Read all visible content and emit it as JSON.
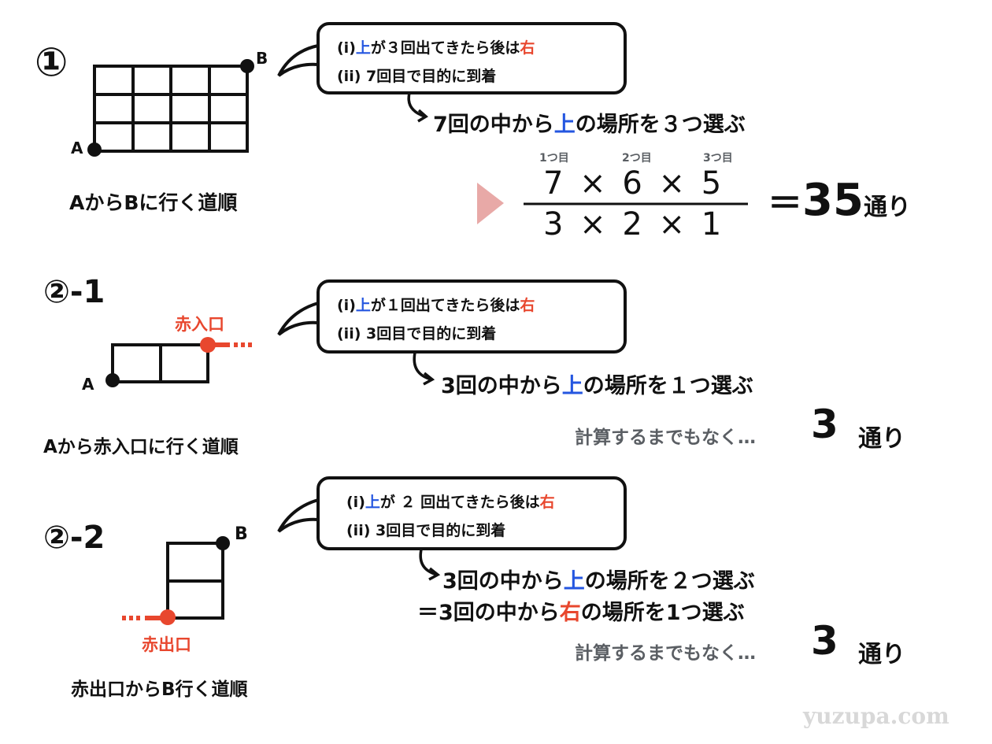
{
  "colors": {
    "blue": "#2456e0",
    "red": "#e8472e",
    "pointer": "#e8a9a7",
    "gray": "#5a5e63"
  },
  "s1": {
    "marker": "①",
    "label_a": "A",
    "label_b": "B",
    "caption": "AからBに行く道順",
    "bubble": {
      "l1_a": "(i)",
      "l1_up": "上",
      "l1_b": "が３回出てきたら後は",
      "l1_right": "右",
      "l2": "(ii) 7回目で目的に到着"
    },
    "result_a": "7回の中から",
    "result_up": "上",
    "result_b": "の場所を３つ選ぶ",
    "ordinals": [
      "1つ目",
      "2つ目",
      "3つ目"
    ],
    "numerator": "7 × 6 × 5",
    "denominator": "3 × 2 × 1",
    "equals": "＝",
    "answer": "35",
    "unit": "通り"
  },
  "s21": {
    "marker": "②-1",
    "label_a": "A",
    "entrance": "赤入口",
    "caption": "Aから赤入口に行く道順",
    "bubble": {
      "l1_a": "(i)",
      "l1_up": "上",
      "l1_b": "が１回出てきたら後は",
      "l1_right": "右",
      "l2": "(ii) 3回目で目的に到着"
    },
    "result_a": "3回の中から",
    "result_up": "上",
    "result_b": "の場所を１つ選ぶ",
    "note": "計算するまでもなく…",
    "answer": "3",
    "unit": "通り"
  },
  "s22": {
    "marker": "②-2",
    "label_b": "B",
    "exit": "赤出口",
    "caption": "赤出口からB行く道順",
    "bubble": {
      "l1_a": "(i)",
      "l1_up": "上",
      "l1_b": "が ２ 回出てきたら後は",
      "l1_right": "右",
      "l2": "(ii) 3回目で目的に到着"
    },
    "result_a": "3回の中から",
    "result_up": "上",
    "result_b": "の場所を２つ選ぶ",
    "result2_a": "＝3回の中から",
    "result2_right": "右",
    "result2_b": "の場所を1つ選ぶ",
    "note": "計算するまでもなく…",
    "answer": "3",
    "unit": "通り"
  },
  "watermark": "yuzupa.com"
}
